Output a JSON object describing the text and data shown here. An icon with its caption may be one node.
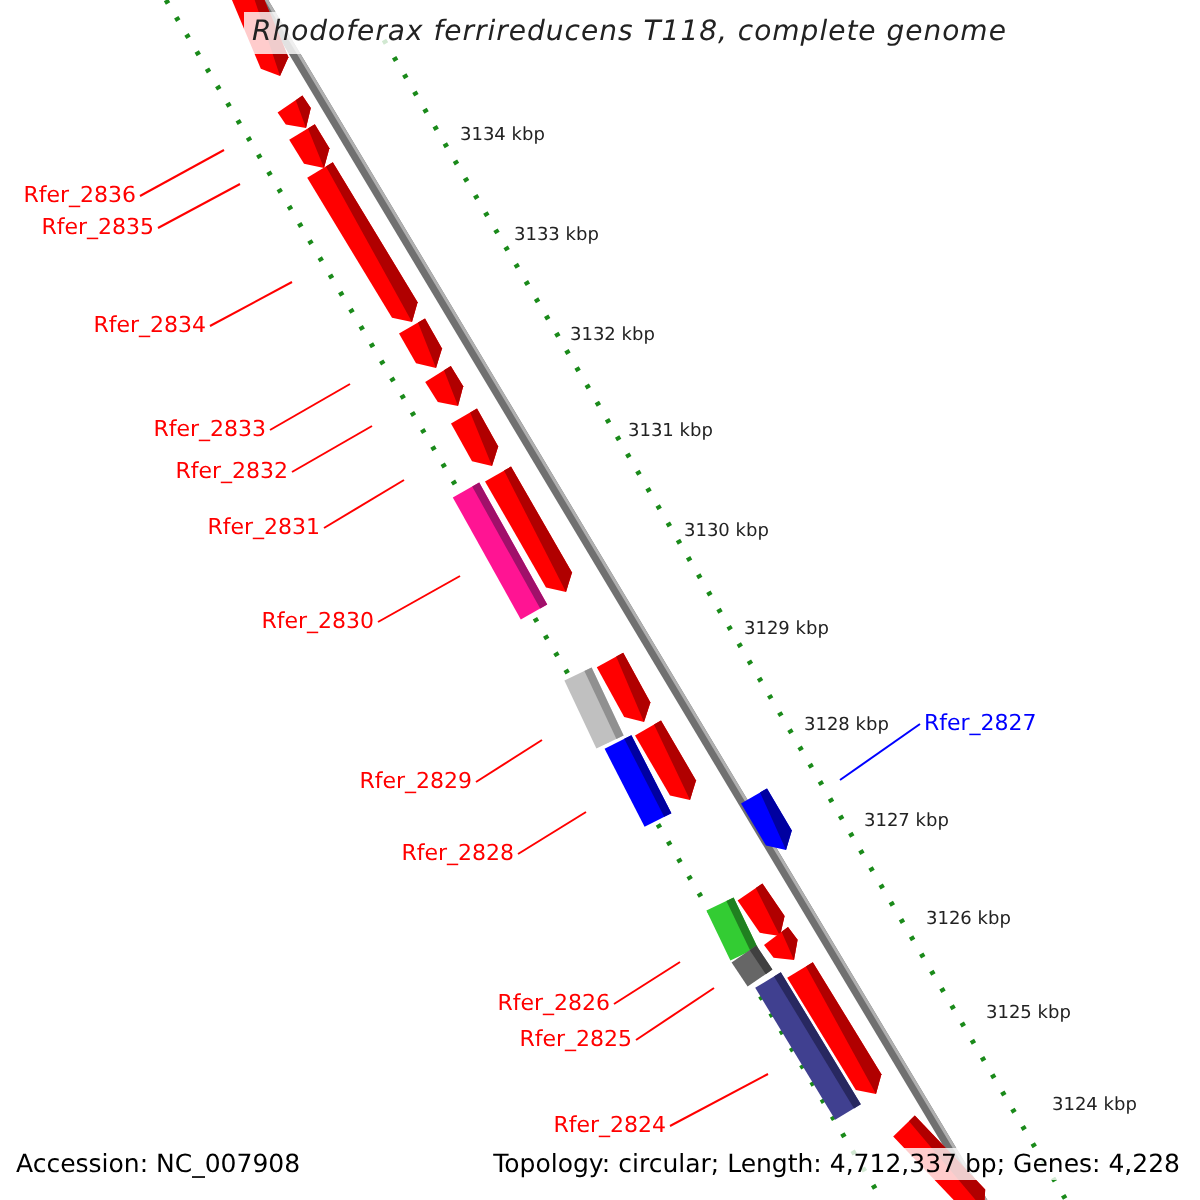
{
  "diagram": {
    "title": "Rhodoferax ferrireducens T118, complete genome",
    "nodes": [
      {
        "text": [
          "Rfer_2836"
        ]
      },
      {
        "text": [
          "Rfer_2835"
        ]
      },
      {
        "text": [
          "Rfer_2834"
        ]
      },
      {
        "text": [
          "Rfer_2833"
        ]
      },
      {
        "text": [
          "Rfer_2832"
        ]
      },
      {
        "text": [
          "Rfer_2831"
        ]
      },
      {
        "text": [
          "Rfer_2830"
        ]
      },
      {
        "text": [
          "Rfer_2829"
        ]
      },
      {
        "text": [
          "Rfer_2828"
        ]
      },
      {
        "text": [
          "Rfer_2827"
        ]
      },
      {
        "text": [
          "Rfer_2826"
        ]
      },
      {
        "text": [
          "Rfer_2825"
        ]
      },
      {
        "text": [
          "Rfer_2824"
        ]
      }
    ],
    "edges": [
      {
        "from": 0,
        "to": null,
        "arrow": "none"
      },
      {
        "from": 1,
        "to": null,
        "arrow": "none"
      },
      {
        "from": 2,
        "to": null,
        "arrow": "none"
      },
      {
        "from": 3,
        "to": null,
        "arrow": "none"
      },
      {
        "from": 4,
        "to": null,
        "arrow": "none"
      },
      {
        "from": 5,
        "to": null,
        "arrow": "none"
      },
      {
        "from": 6,
        "to": null,
        "arrow": "none"
      },
      {
        "from": 7,
        "to": null,
        "arrow": "none"
      },
      {
        "from": 8,
        "to": null,
        "arrow": "none"
      },
      {
        "from": 9,
        "to": null,
        "arrow": "none",
        "color": "#0000ff"
      },
      {
        "from": 10,
        "to": null,
        "arrow": "none"
      },
      {
        "from": 11,
        "to": null,
        "arrow": "none"
      },
      {
        "from": 12,
        "to": null,
        "arrow": "none"
      }
    ],
    "labels": [
      "3134 kbp",
      "3133 kbp",
      "3132 kbp",
      "3131 kbp",
      "3130 kbp",
      "3129 kbp",
      "3128 kbp",
      "3127 kbp",
      "3126 kbp",
      "3125 kbp",
      "3124 kbp",
      "Accession: NC_007908",
      "Topology: circular; Length: 4,712,337 bp; Genes: 4,228"
    ]
  }
}
